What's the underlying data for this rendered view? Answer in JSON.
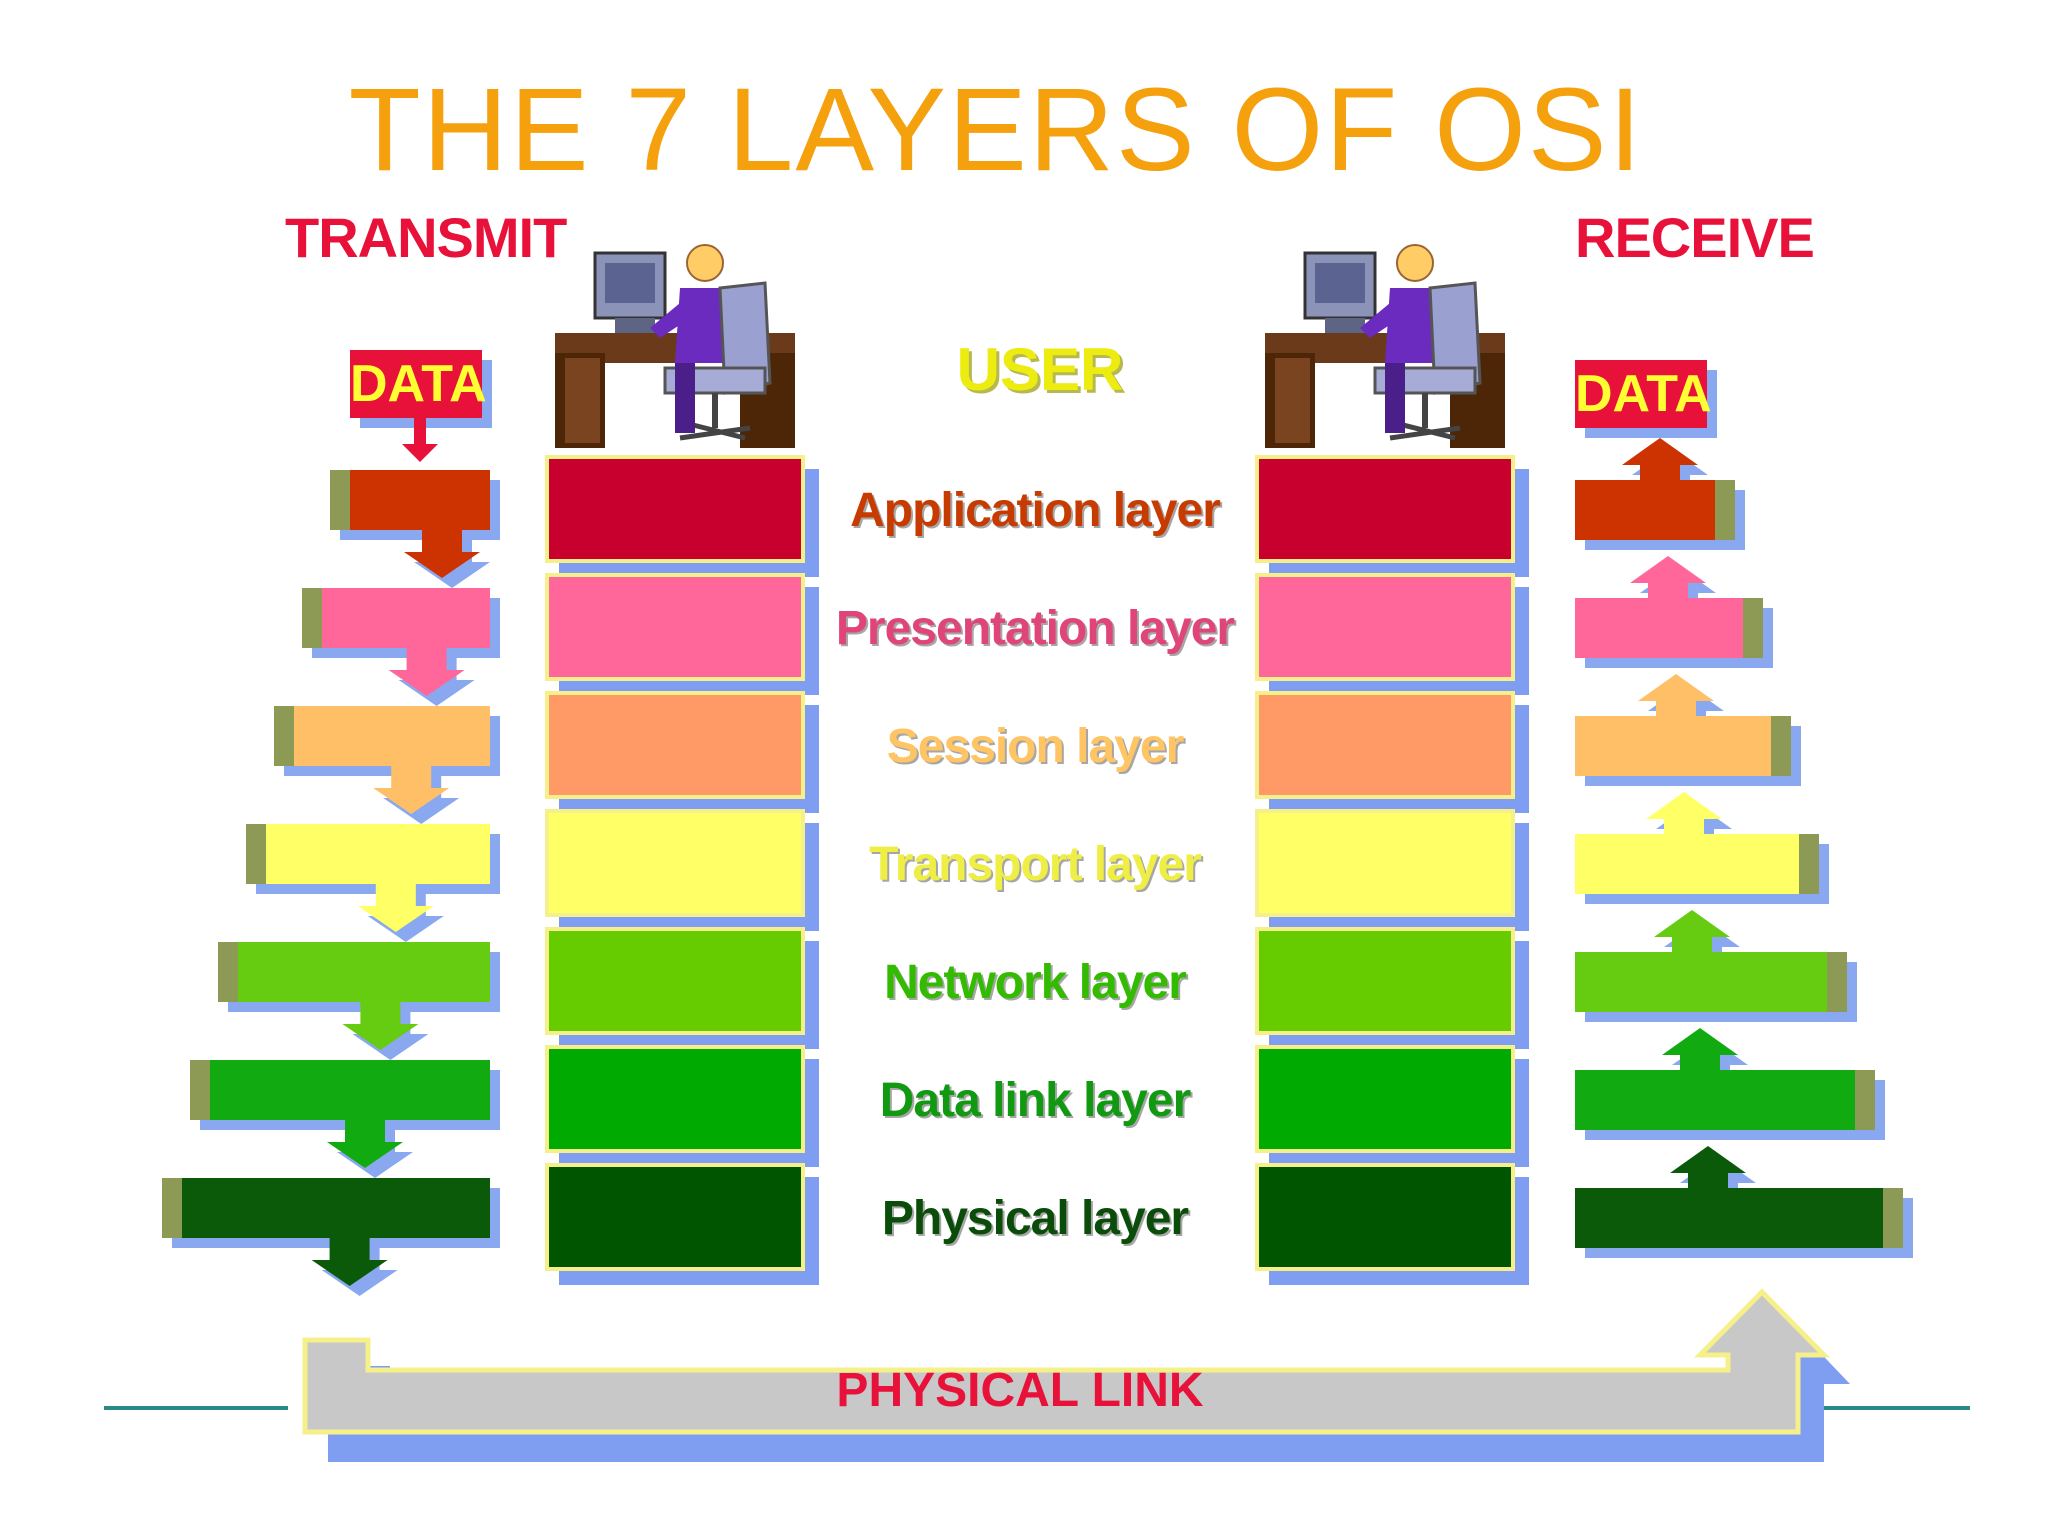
{
  "title": "THE 7 LAYERS OF OSI",
  "transmit_label": "TRANSMIT",
  "receive_label": "RECEIVE",
  "data_label_left": "DATA",
  "data_label_right": "DATA",
  "user_label": "USER",
  "physical_link_label": "PHYSICAL LINK",
  "icons": [
    "computer-user-icon",
    "computer-user-icon"
  ],
  "layers": [
    {
      "name": "Application layer",
      "color": "#c8002e",
      "arrow_color": "#cc3300",
      "label_color": "#c83b00"
    },
    {
      "name": "Presentation layer",
      "color": "#ff6699",
      "arrow_color": "#ff6699",
      "label_color": "#e0457a"
    },
    {
      "name": "Session layer",
      "color": "#ff9966",
      "arrow_color": "#ffbf66",
      "label_color": "#ffc463"
    },
    {
      "name": "Transport layer",
      "color": "#ffff66",
      "arrow_color": "#ffff66",
      "label_color": "#eeee44"
    },
    {
      "name": "Network layer",
      "color": "#66cc00",
      "arrow_color": "#66cc11",
      "label_color": "#33bb00"
    },
    {
      "name": "Data link layer",
      "color": "#00aa00",
      "arrow_color": "#11aa11",
      "label_color": "#119911"
    },
    {
      "name": "Physical layer",
      "color": "#005500",
      "arrow_color": "#0a5a0a",
      "label_color": "#0a4d0a"
    }
  ]
}
